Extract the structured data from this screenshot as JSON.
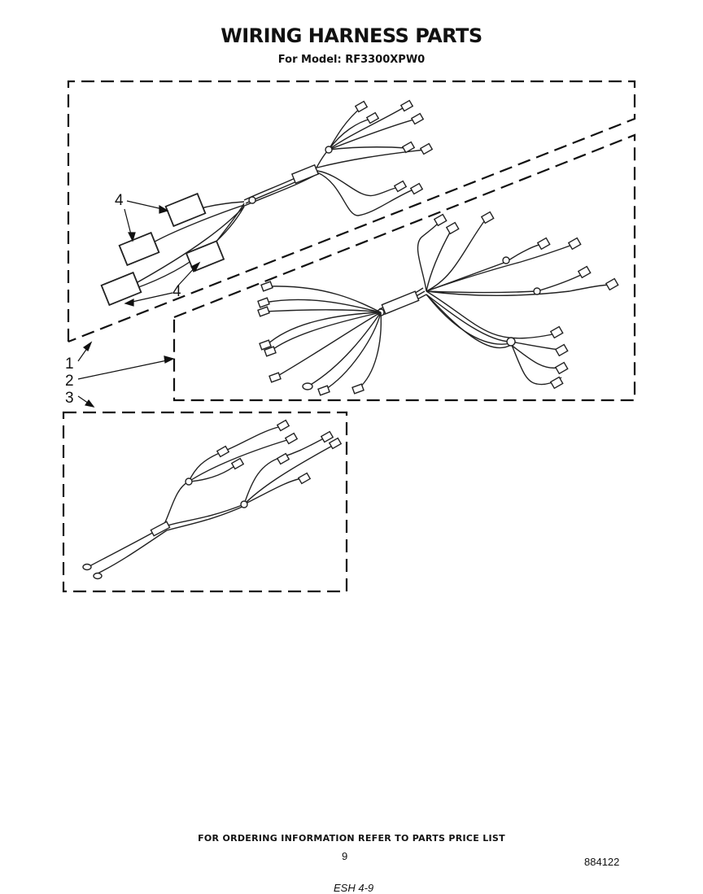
{
  "header": {
    "title": "WIRING HARNESS PARTS",
    "subtitle": "For Model: RF3300XPW0"
  },
  "callouts": {
    "harness_1": "1",
    "harness_2": "2",
    "harness_3": "3",
    "connector_upper": "4",
    "connector_lower": "4"
  },
  "footer": {
    "ordering_note": "FOR ORDERING INFORMATION REFER TO PARTS PRICE LIST",
    "page_number": "9",
    "drawing_number": "884122",
    "fig_note": "ESH 4-9"
  }
}
